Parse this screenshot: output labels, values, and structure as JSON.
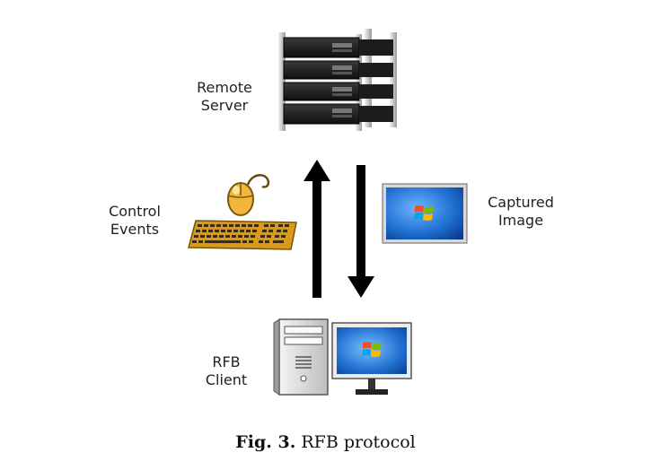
{
  "labels": {
    "server_line1": "Remote",
    "server_line2": "Server",
    "control_line1": "Control",
    "control_line2": "Events",
    "captured_line1": "Captured",
    "captured_line2": "Image",
    "client_line1": "RFB",
    "client_line2": "Client"
  },
  "caption": {
    "prefix": "Fig. 3.",
    "text": "RFB protocol"
  },
  "colors": {
    "arrow": "#000000",
    "server_body": "#1a1a1a",
    "server_rack": "#c8c8c8",
    "screen_blue": "#1f6fd0",
    "keyboard": "#e0a020",
    "mouse": "#f0b030",
    "pc_case": "#e6e6e6"
  },
  "icons": [
    "server-rack-icon",
    "mouse-icon",
    "keyboard-icon",
    "windows-screen-icon",
    "pc-tower-icon",
    "monitor-icon"
  ]
}
